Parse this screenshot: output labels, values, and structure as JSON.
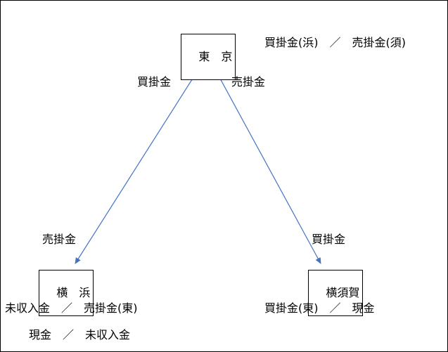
{
  "nodes": {
    "tokyo": {
      "label": "東　京",
      "entry": "買掛金(浜)　／　売掛金(須)"
    },
    "yokohama": {
      "label": "横　浜",
      "entry1": "未収入金　／　売掛金(東)",
      "entry2": "現金　／　未収入金"
    },
    "yokosuka": {
      "label": "横須賀",
      "entry": "買掛金(東)　／　現金"
    }
  },
  "edges": {
    "tokyo_yokohama": {
      "label_top": "買掛金",
      "label_bottom": "売掛金"
    },
    "tokyo_yokosuka": {
      "label_top": "売掛金",
      "label_bottom": "買掛金"
    }
  },
  "colors": {
    "arrow": "#4472C4",
    "text": "#000000",
    "border": "#000000"
  }
}
